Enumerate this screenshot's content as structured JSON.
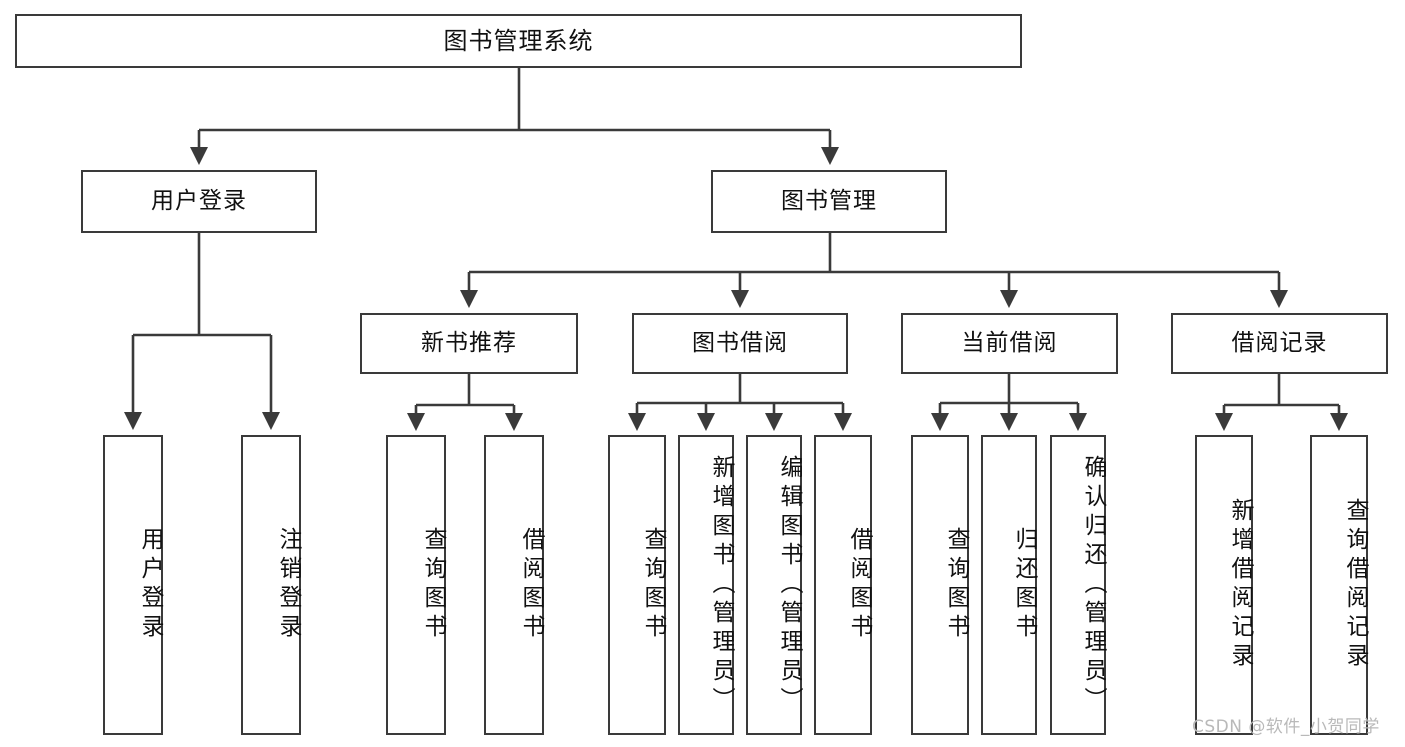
{
  "diagram": {
    "type": "tree",
    "title": "图书管理系统",
    "root": {
      "id": "root",
      "label": "图书管理系统"
    },
    "level2": [
      {
        "id": "user-login",
        "label": "用户登录"
      },
      {
        "id": "book-manage",
        "label": "图书管理"
      }
    ],
    "level3": [
      {
        "id": "new-book-rec",
        "label": "新书推荐",
        "parent": "book-manage"
      },
      {
        "id": "book-borrow",
        "label": "图书借阅",
        "parent": "book-manage"
      },
      {
        "id": "current-borrow",
        "label": "当前借阅",
        "parent": "book-manage"
      },
      {
        "id": "borrow-record",
        "label": "借阅记录",
        "parent": "book-manage"
      }
    ],
    "leaves": [
      {
        "id": "leaf-user-login",
        "label": "用户登录",
        "parent": "user-login"
      },
      {
        "id": "leaf-user-logout",
        "label": "注销登录",
        "parent": "user-login"
      },
      {
        "id": "leaf-rec-query-book",
        "label": "查询图书",
        "parent": "new-book-rec"
      },
      {
        "id": "leaf-rec-borrow-book",
        "label": "借阅图书",
        "parent": "new-book-rec"
      },
      {
        "id": "leaf-borrow-query-book",
        "label": "查询图书",
        "parent": "book-borrow"
      },
      {
        "id": "leaf-borrow-add-book",
        "label": "新增图书（管理员）",
        "parent": "book-borrow"
      },
      {
        "id": "leaf-borrow-edit-book",
        "label": "编辑图书（管理员）",
        "parent": "book-borrow"
      },
      {
        "id": "leaf-borrow-borrow-book",
        "label": "借阅图书",
        "parent": "book-borrow"
      },
      {
        "id": "leaf-cur-query-book",
        "label": "查询图书",
        "parent": "current-borrow"
      },
      {
        "id": "leaf-cur-return-book",
        "label": "归还图书",
        "parent": "current-borrow"
      },
      {
        "id": "leaf-cur-confirm-return",
        "label": "确认归还（管理员）",
        "parent": "current-borrow"
      },
      {
        "id": "leaf-rec-add-record",
        "label": "新增借阅记录",
        "parent": "borrow-record"
      },
      {
        "id": "leaf-rec-query-record",
        "label": "查询借阅记录",
        "parent": "borrow-record"
      }
    ]
  },
  "watermark": {
    "text": "CSDN @软件_小贺同学"
  },
  "colors": {
    "border": "#3a3a3a",
    "background": "#ffffff",
    "text": "#111111",
    "watermark": "#b9b9b9"
  }
}
